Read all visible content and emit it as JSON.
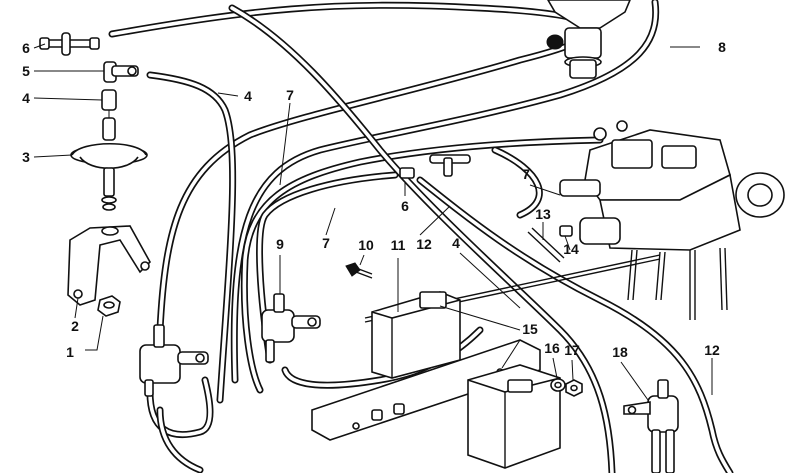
{
  "diagram": {
    "callouts": [
      {
        "id": "c1",
        "text": "1"
      },
      {
        "id": "c2",
        "text": "2"
      },
      {
        "id": "c3",
        "text": "3"
      },
      {
        "id": "c4a",
        "text": "4"
      },
      {
        "id": "c4b",
        "text": "4"
      },
      {
        "id": "c4c",
        "text": "4"
      },
      {
        "id": "c5",
        "text": "5"
      },
      {
        "id": "c6a",
        "text": "6"
      },
      {
        "id": "c6b",
        "text": "6"
      },
      {
        "id": "c7a",
        "text": "7"
      },
      {
        "id": "c7b",
        "text": "7"
      },
      {
        "id": "c7c",
        "text": "7"
      },
      {
        "id": "c8",
        "text": "8"
      },
      {
        "id": "c9",
        "text": "9"
      },
      {
        "id": "c10",
        "text": "10"
      },
      {
        "id": "c11",
        "text": "11"
      },
      {
        "id": "c12a",
        "text": "12"
      },
      {
        "id": "c12b",
        "text": "12"
      },
      {
        "id": "c13",
        "text": "13"
      },
      {
        "id": "c14",
        "text": "14"
      },
      {
        "id": "c15",
        "text": "15"
      },
      {
        "id": "c16",
        "text": "16"
      },
      {
        "id": "c17",
        "text": "17"
      },
      {
        "id": "c18",
        "text": "18"
      }
    ]
  }
}
